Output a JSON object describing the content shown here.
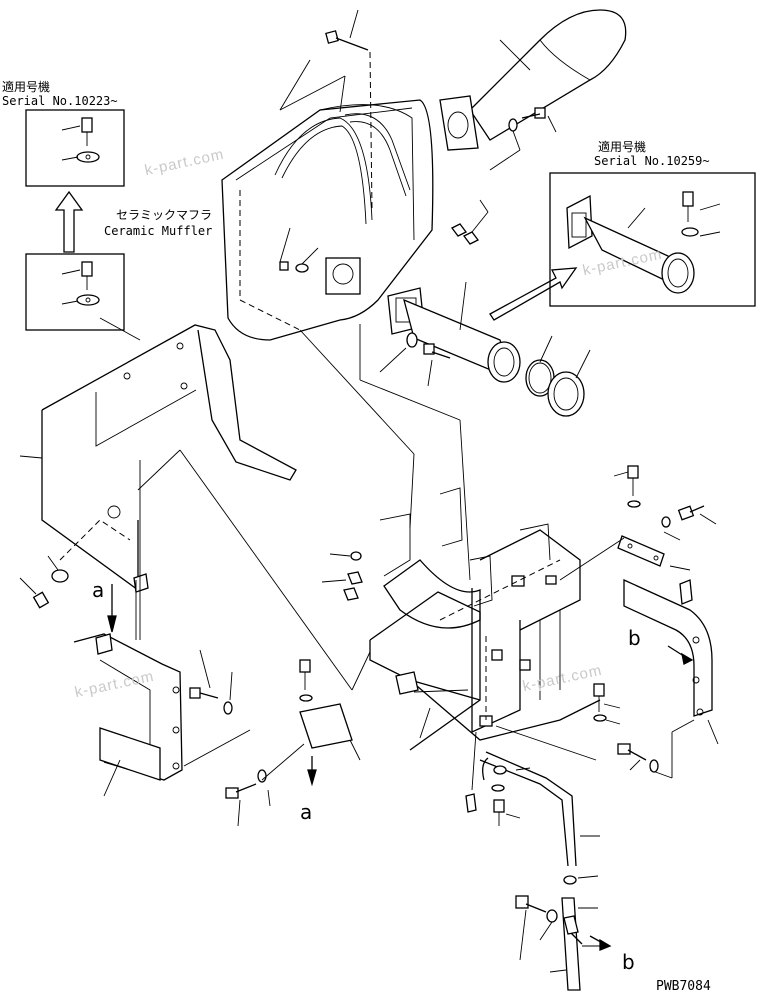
{
  "inset_left": {
    "applicable_jp": "適用号機",
    "serial": "Serial No.10223~"
  },
  "inset_right": {
    "applicable_jp": "適用号機",
    "serial": "Serial No.10259~"
  },
  "muffler_label": {
    "jp": "セラミックマフラ",
    "en": "Ceramic Muffler"
  },
  "view_letters": {
    "a_top": "a",
    "a_bottom": "a",
    "b_right": "b",
    "b_bottom": "b"
  },
  "watermarks": [
    "k-part.com",
    "k-part.com",
    "k-part.com",
    "k-part.com"
  ],
  "drawing_code": "PWB7084"
}
